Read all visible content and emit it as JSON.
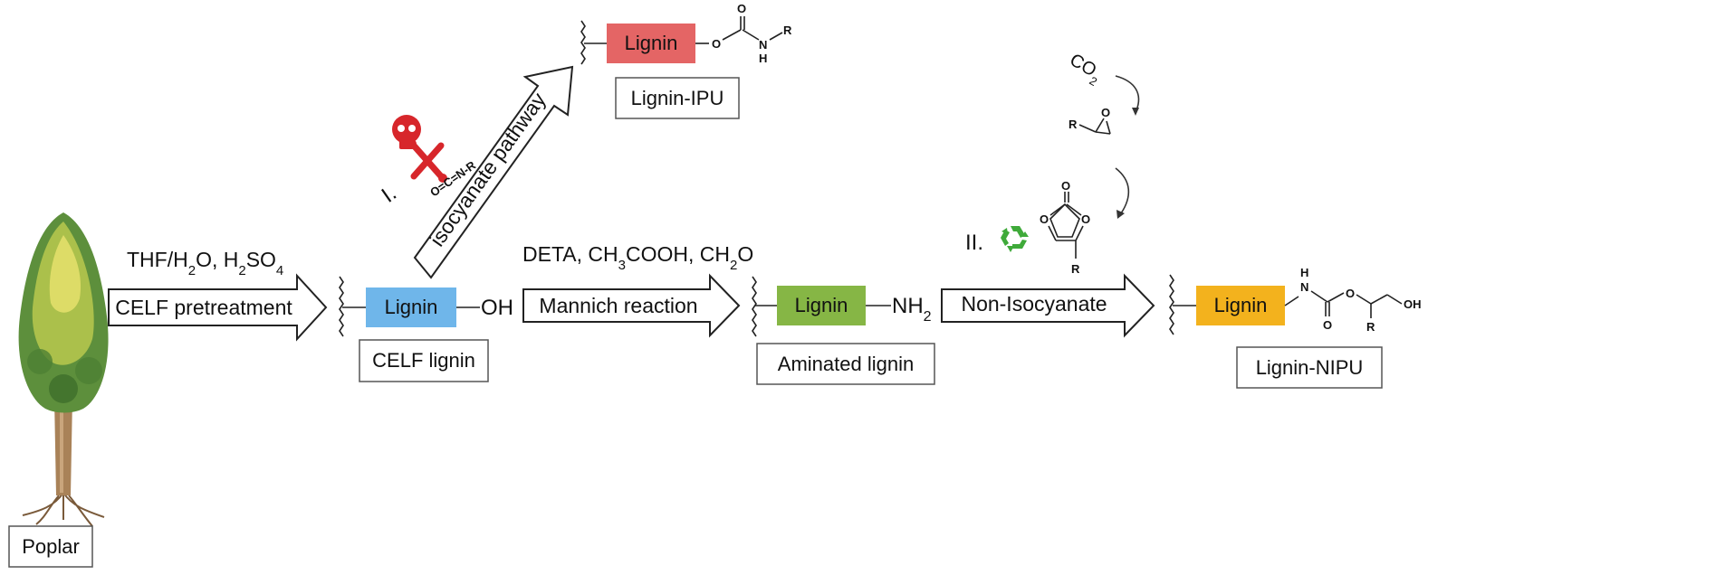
{
  "labels": {
    "poplar": "Poplar",
    "celf_lignin": "CELF lignin",
    "aminated_lignin": "Aminated lignin",
    "lignin_ipu": "Lignin-IPU",
    "lignin_nipu": "Lignin-NIPU"
  },
  "blocks": {
    "lignin_celf": "Lignin",
    "lignin_aminated": "Lignin",
    "lignin_ipu": "Lignin",
    "lignin_nipu": "Lignin"
  },
  "colors": {
    "lignin_celf": "#6fb6ea",
    "lignin_aminated": "#86b645",
    "lignin_ipu": "#e46565",
    "lignin_nipu": "#f3b21d",
    "toxic": "#d7262b",
    "recycle": "#3faa3a"
  },
  "arrows": {
    "celf": "CELF pretreatment",
    "mannich": "Mannich reaction",
    "non_isocyanate": "Non-Isocyanate",
    "isocyanate": "isocyanate pathway"
  },
  "conditions": {
    "celf_parts": [
      "THF/H",
      "2",
      "O, H",
      "2",
      "SO",
      "4"
    ],
    "mannich_parts": [
      "DETA, CH",
      "3",
      "COOH, CH",
      "2",
      "O"
    ]
  },
  "groups": {
    "oh": "OH",
    "nh2_main": "NH",
    "nh2_sub": "2",
    "co2_main": "CO",
    "co2_sub": "2"
  },
  "pathways": {
    "route_i": "I.",
    "route_ii": "II.",
    "isocyanate_formula": "O=C=N-R"
  },
  "chem_atoms": {
    "o": "O",
    "n": "N",
    "h": "H",
    "r": "R",
    "oh": "OH"
  },
  "icons": [
    "tree-icon",
    "skull-crossbones-icon",
    "recycle-icon"
  ]
}
